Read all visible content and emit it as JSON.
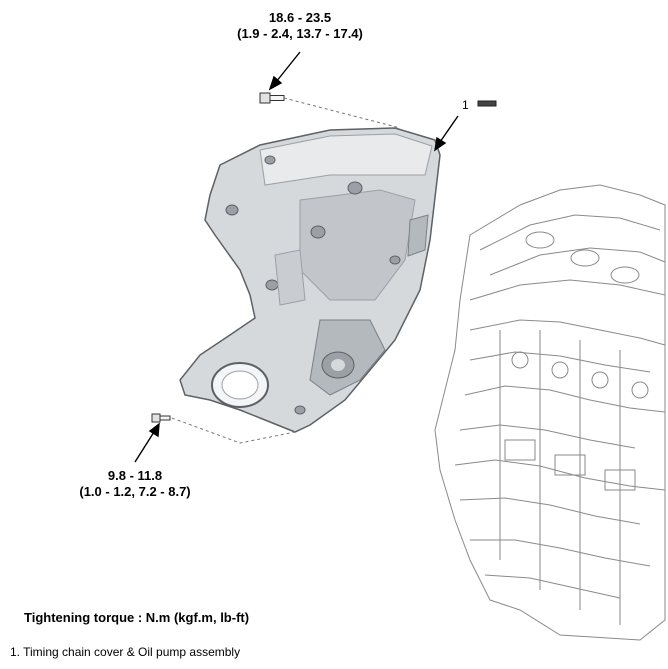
{
  "labels": {
    "top_bolt_torque_nm": "18.6 - 23.5",
    "top_bolt_torque_alt": "(1.9 - 2.4, 13.7 - 17.4)",
    "bottom_bolt_torque_nm": "9.8 - 11.8",
    "bottom_bolt_torque_alt": "(1.0 - 1.2, 7.2 - 8.7)",
    "callout_number": "1"
  },
  "footer": {
    "tightening_torque": "Tightening torque : N.m (kgf.m, lb-ft)",
    "legend_item_1": "1. Timing chain cover & Oil pump assembly"
  },
  "colors": {
    "cover_fill": "#d6d9dc",
    "cover_shade": "#9aa0a6",
    "cover_dark": "#5c6166",
    "engine_outline": "#8a8a8a"
  }
}
